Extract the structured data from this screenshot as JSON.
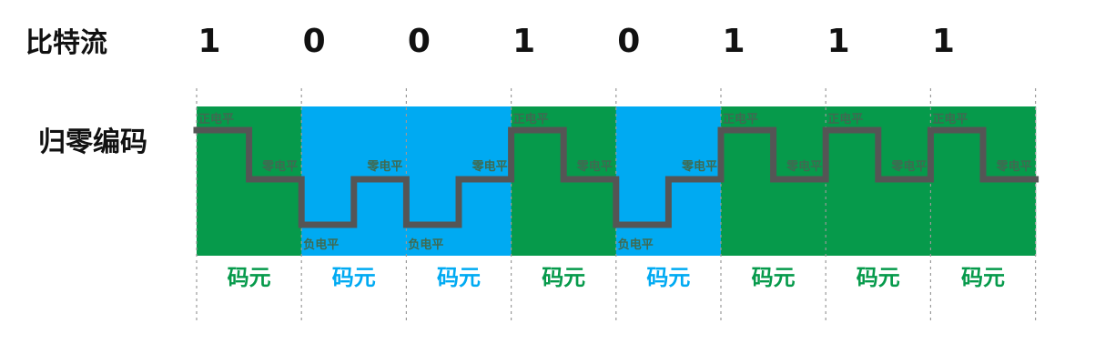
{
  "row_labels": {
    "bitstream": "比特流",
    "encoding": "归零编码"
  },
  "bits": [
    "1",
    "0",
    "0",
    "1",
    "0",
    "1",
    "1",
    "1"
  ],
  "level_labels": {
    "positive": "正电平",
    "zero": "零电平",
    "negative": "负电平"
  },
  "symbol_label": "码元",
  "colors": {
    "one_cell": "#069a4b",
    "zero_cell": "#00aaf2",
    "waveform": "#555555",
    "divider": "#9a9a9a",
    "level_text": "#3f6a51"
  }
}
